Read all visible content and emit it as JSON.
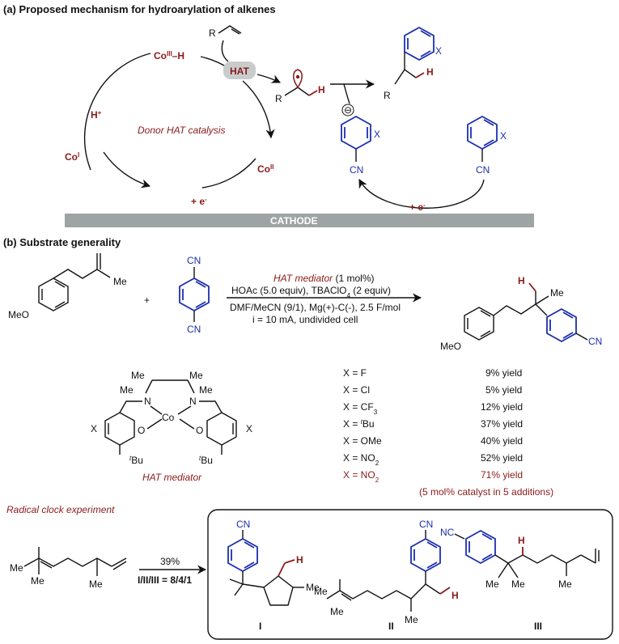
{
  "section_a": {
    "title": "(a) Proposed mechanism for hydroarylation of alkenes",
    "co3h_a": "Co",
    "co3h_sup": "III",
    "co3h_b": "–H",
    "hat_badge": "HAT",
    "r_alkene": "R",
    "r_radical": "R",
    "h_radical": "H",
    "r_product": "R",
    "h_product": "H",
    "x_product": "X",
    "proton": "H",
    "proton_sup": "+",
    "cycle_label": "Donor HAT catalysis",
    "co2_a": "Co",
    "co2_sup": "II",
    "co1_a": "Co",
    "co1_sup": "I",
    "e_left": "+ e",
    "e_left_sup": "-",
    "e_right": "+ e",
    "e_right_sup": "-",
    "cathode": "CATHODE",
    "anion_x": "X",
    "anion_cn": "CN",
    "anion_charge": "⊖",
    "arene_x": "X",
    "arene_cn": "CN"
  },
  "section_b": {
    "title": "(b) Substrate generality",
    "substrate_meo": "MeO",
    "substrate_me": "Me",
    "plus": "+",
    "cn_top": "CN",
    "cn_bottom": "CN",
    "cond_hat": "HAT mediator",
    "cond_hat_rest": " (1 mol%)",
    "cond_line2": "HOAc (5.0 equiv), TBAClO",
    "cond_line2_sub": "4",
    "cond_line2_end": " (2 equiv)",
    "cond_line3": "DMF/MeCN (9/1), Mg(+)-C(-), 2.5 F/mol",
    "cond_line4": "i = 10 mA, undivided cell",
    "product_h": "H",
    "product_me": "Me",
    "product_meo": "MeO",
    "product_cn": "CN",
    "cat_me1": "Me",
    "cat_me2": "Me",
    "cat_me3": "Me",
    "cat_me4": "Me",
    "cat_n1": "N",
    "cat_n2": "N",
    "cat_co": "Co",
    "cat_o1": "O",
    "cat_o2": "O",
    "cat_x1": "X",
    "cat_x2": "X",
    "cat_tbu1_sup": "t",
    "cat_tbu1": "Bu",
    "cat_tbu2_sup": "t",
    "cat_tbu2": "Bu",
    "cat_label": "HAT mediator",
    "table": [
      {
        "x": "X = F",
        "yield": "9% yield"
      },
      {
        "x": "X = Cl",
        "yield": "5% yield"
      },
      {
        "x": "X = CF",
        "x_sub": "3",
        "yield": "12% yield"
      },
      {
        "x": "X = ",
        "x_sup": "t",
        "x_end": "Bu",
        "yield": "37% yield"
      },
      {
        "x": "X = OMe",
        "yield": "40% yield"
      },
      {
        "x": "X = NO",
        "x_sub": "2",
        "yield": "52% yield"
      },
      {
        "x": "X = NO",
        "x_sub": "2",
        "yield": "71% yield"
      }
    ],
    "table_note": "(5 mol% catalyst in 5 additions)"
  },
  "section_c": {
    "title": "Radical clock experiment",
    "sub_me1": "Me",
    "sub_me2": "Me",
    "sub_me3": "Me",
    "yield": "39%",
    "ratio": "I/II/III = 8/4/1",
    "p1_cn": "CN",
    "p1_h": "H",
    "p1_me": "Me",
    "p1_label": "I",
    "p2_cn": "CN",
    "p2_h": "H",
    "p2_me1": "Me",
    "p2_me2": "Me",
    "p2_me3": "Me",
    "p2_label": "II",
    "p3_nc": "NC",
    "p3_h": "H",
    "p3_me1": "Me",
    "p3_me2": "Me",
    "p3_me3": "Me",
    "p3_label": "III"
  },
  "colors": {
    "accent_red": "#8b1a1a",
    "accent_blue": "#1c2fae",
    "cathode": "#9ea3a3",
    "badge": "#c9cccc"
  }
}
